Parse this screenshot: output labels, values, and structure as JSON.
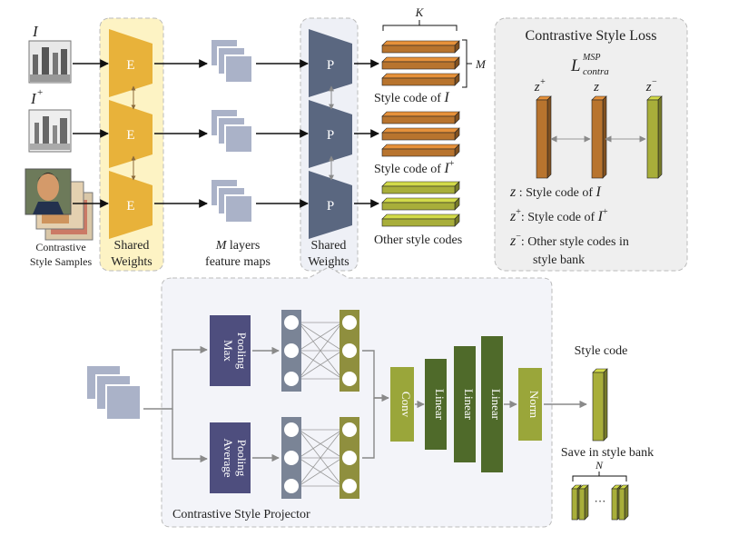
{
  "top": {
    "input_I": "I",
    "input_Iplus": "I",
    "input_Iplus_sup": "+",
    "samples_label_line1": "Contrastive",
    "samples_label_line2": "Style Samples",
    "encoder_letter": "E",
    "shared_label_line1": "Shared",
    "shared_label_line2": "Weights",
    "feat_line1_var": "M",
    "feat_line1_rest": " layers",
    "feat_line2": "feature maps",
    "projector_letter": "P",
    "K_label": "K",
    "M_label": "M",
    "stylecode_I_text": "Style code of ",
    "stylecode_I_var": "I",
    "stylecode_Iplus_text": "Style code of ",
    "stylecode_Iplus_var": "I",
    "stylecode_Iplus_sup": "+",
    "other_codes": "Other style codes"
  },
  "loss": {
    "title": "Contrastive Style Loss",
    "L": "L",
    "L_sup": "MSP",
    "L_sub": "contra",
    "z_plus": "z",
    "z_plus_sup": "+",
    "z": "z",
    "z_minus": "z",
    "z_minus_sup": "−",
    "legend_z_var": "z",
    "legend_z_text": " : Style code of ",
    "legend_z_I": "I",
    "legend_zp_var": "z",
    "legend_zp_sup": "+",
    "legend_zp_text": ": Style code of ",
    "legend_zp_I": "I",
    "legend_zp_Isup": "+",
    "legend_zm_var": "z",
    "legend_zm_sup": "−",
    "legend_zm_text": ": Other style codes in",
    "legend_zm_text2": "style bank"
  },
  "projector": {
    "max_pool_line1": "Max",
    "max_pool_line2": "Pooling",
    "avg_pool_line1": "Average",
    "avg_pool_line2": "Pooling",
    "conv": "Conv",
    "linear": "Linear",
    "norm": "Norm",
    "style_code": "Style code",
    "save_bank": "Save in style bank",
    "N_label": "N",
    "dots": "···",
    "title": "Contrastive Style Projector"
  },
  "colors": {
    "encoder": "#e8b23a",
    "encoder_panel": "#fdf3c4",
    "projector": "#5a6780",
    "pool": "#4e4e7e",
    "code_brown": "#b8742e",
    "code_olive": "#a8ae3a",
    "conv": "#9aa63a",
    "linear": "#4f6a2a",
    "feature": "#aab2c8",
    "neuron_gray": "#7a8496",
    "neuron_olive": "#8f8f3e"
  }
}
